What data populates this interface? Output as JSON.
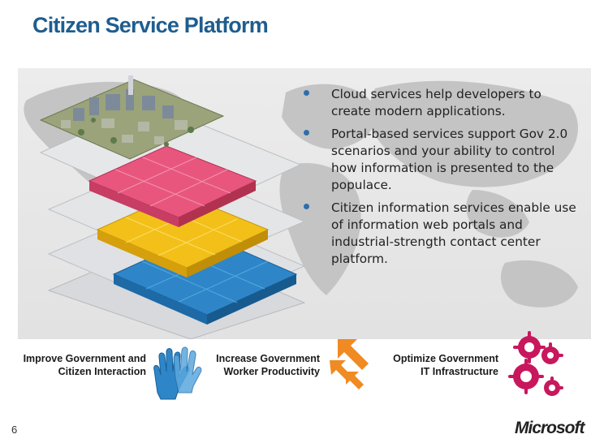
{
  "slide": {
    "title": "Citizen Service Platform",
    "bullets": [
      {
        "text": "Cloud services help developers to create modern applications."
      },
      {
        "text": "Portal-based services support Gov 2.0 scenarios and your ability to control how information is presented to the populace."
      },
      {
        "text": "Citizen information services enable use of information web portals and industrial-strength contact center platform."
      }
    ],
    "bottom_labels": [
      {
        "line1": "Improve Government and",
        "line2": "Citizen Interaction"
      },
      {
        "line1": "Increase Government",
        "line2": "Worker Productivity"
      },
      {
        "line1": "Optimize Government",
        "line2": "IT Infrastructure"
      }
    ],
    "page_number": "6",
    "logo_text": "Microsoft",
    "colors": {
      "title": "#1f5d8f",
      "accent_blue": "#2c6faa",
      "layer_pink": "#e8567e",
      "layer_yellow": "#f3c01a",
      "layer_blue": "#2e86c8",
      "arrow_orange": "#f08a22",
      "gear_red": "#c8175d"
    },
    "icons": [
      "city-model-icon",
      "raised-hands-icon",
      "expand-arrows-icon",
      "gears-icon",
      "microsoft-logo"
    ]
  }
}
